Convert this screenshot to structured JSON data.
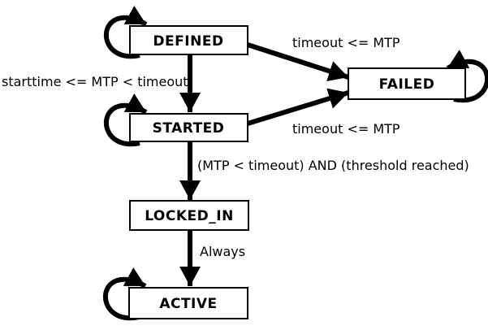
{
  "diagram": {
    "kind": "state-transition-diagram",
    "states": [
      {
        "id": "defined",
        "label": "DEFINED",
        "self_transition": true
      },
      {
        "id": "started",
        "label": "STARTED",
        "self_transition": true
      },
      {
        "id": "locked_in",
        "label": "LOCKED_IN",
        "self_transition": false
      },
      {
        "id": "active",
        "label": "ACTIVE",
        "self_transition": true
      },
      {
        "id": "failed",
        "label": "FAILED",
        "self_transition": true
      }
    ],
    "transitions": [
      {
        "from": "DEFINED",
        "to": "STARTED",
        "label": "starttime <= MTP < timeout"
      },
      {
        "from": "DEFINED",
        "to": "FAILED",
        "label": "timeout <= MTP"
      },
      {
        "from": "STARTED",
        "to": "FAILED",
        "label": "timeout <= MTP"
      },
      {
        "from": "STARTED",
        "to": "LOCKED_IN",
        "label": "(MTP < timeout) AND (threshold reached)"
      },
      {
        "from": "LOCKED_IN",
        "to": "ACTIVE",
        "label": "Always"
      }
    ],
    "colors": {
      "stroke": "#000000",
      "state_fill": "#ffffff",
      "background": "#ffffff",
      "text": "#000000"
    }
  }
}
